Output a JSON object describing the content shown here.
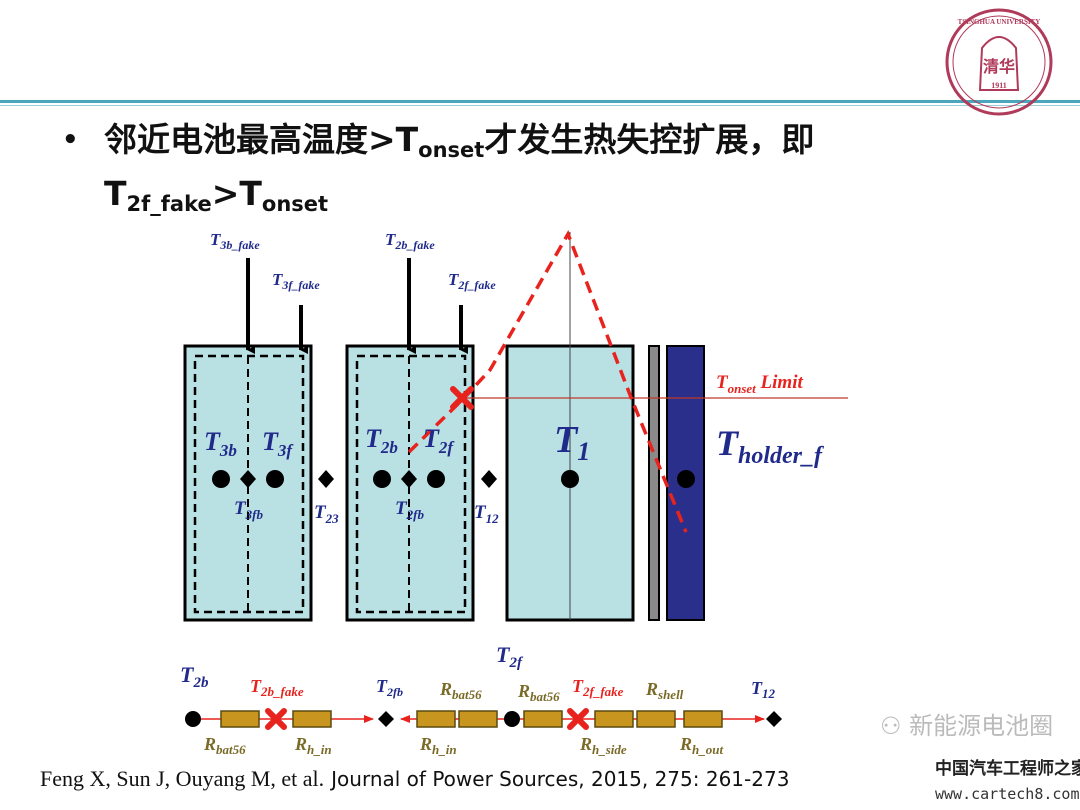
{
  "logo": {
    "text": "TSINGHUA UNIVERSITY",
    "year": "1911"
  },
  "bullet": {
    "line1_pre": "邻近电池最高温度>T",
    "line1_sub": "onset",
    "line1_post": "才发生热失控扩展，即",
    "line2_a": "T",
    "line2_a_sub": "2f_fake",
    "line2_b": ">T",
    "line2_b_sub": "onset"
  },
  "diagram": {
    "top_labels": [
      {
        "main": "T",
        "sub": "3b_fake"
      },
      {
        "main": "T",
        "sub": "3f_fake"
      },
      {
        "main": "T",
        "sub": "2b_fake"
      },
      {
        "main": "T",
        "sub": "2f_fake"
      }
    ],
    "onset_label": {
      "main": "T",
      "sub": "onset",
      "tail": " Limit"
    },
    "node_labels": [
      {
        "main": "T",
        "sub": "3b"
      },
      {
        "main": "T",
        "sub": "3f"
      },
      {
        "main": "T",
        "sub": "3fb"
      },
      {
        "main": "T",
        "sub": "23"
      },
      {
        "main": "T",
        "sub": "2b"
      },
      {
        "main": "T",
        "sub": "2f"
      },
      {
        "main": "T",
        "sub": "2fb"
      },
      {
        "main": "T",
        "sub": "12"
      },
      {
        "main": "T",
        "sub": "1"
      },
      {
        "main": "T",
        "sub": "holder_f"
      }
    ],
    "colors": {
      "cell": "#b9e0e2",
      "holder": "#2b2f8c",
      "shell": "#8a8a8a",
      "red": "#e8231e",
      "label": "#1f2a8a",
      "resistor": "#c8961e",
      "rlabel": "#7a6a28"
    }
  },
  "circuit": {
    "top_labels": [
      {
        "main": "T",
        "sub": "2b",
        "color": "node"
      },
      {
        "main": "T",
        "sub": "2b_fake",
        "color": "red"
      },
      {
        "main": "T",
        "sub": "2fb",
        "color": "node"
      },
      {
        "main": "R",
        "sub": "bat56",
        "color": "r"
      },
      {
        "main": "T",
        "sub": "2f",
        "color": "node"
      },
      {
        "main": "R",
        "sub": "bat56",
        "color": "r"
      },
      {
        "main": "T",
        "sub": "2f_fake",
        "color": "red"
      },
      {
        "main": "R",
        "sub": "shell",
        "color": "r"
      },
      {
        "main": "T",
        "sub": "12",
        "color": "node"
      }
    ],
    "bottom_labels": [
      {
        "main": "R",
        "sub": "bat56"
      },
      {
        "main": "R",
        "sub": "h_in"
      },
      {
        "main": "R",
        "sub": "h_in"
      },
      {
        "main": "R",
        "sub": "h_side"
      },
      {
        "main": "R",
        "sub": "h_out"
      }
    ]
  },
  "citation": {
    "authors": "Feng X, Sun J, Ouyang M, et al.",
    "source": "Journal of Power Sources, 2015, 275: 261-273"
  },
  "watermark": {
    "account": "新能源电池圈",
    "brand": "中国汽车工程师之家",
    "url": "www.cartech8.com"
  }
}
